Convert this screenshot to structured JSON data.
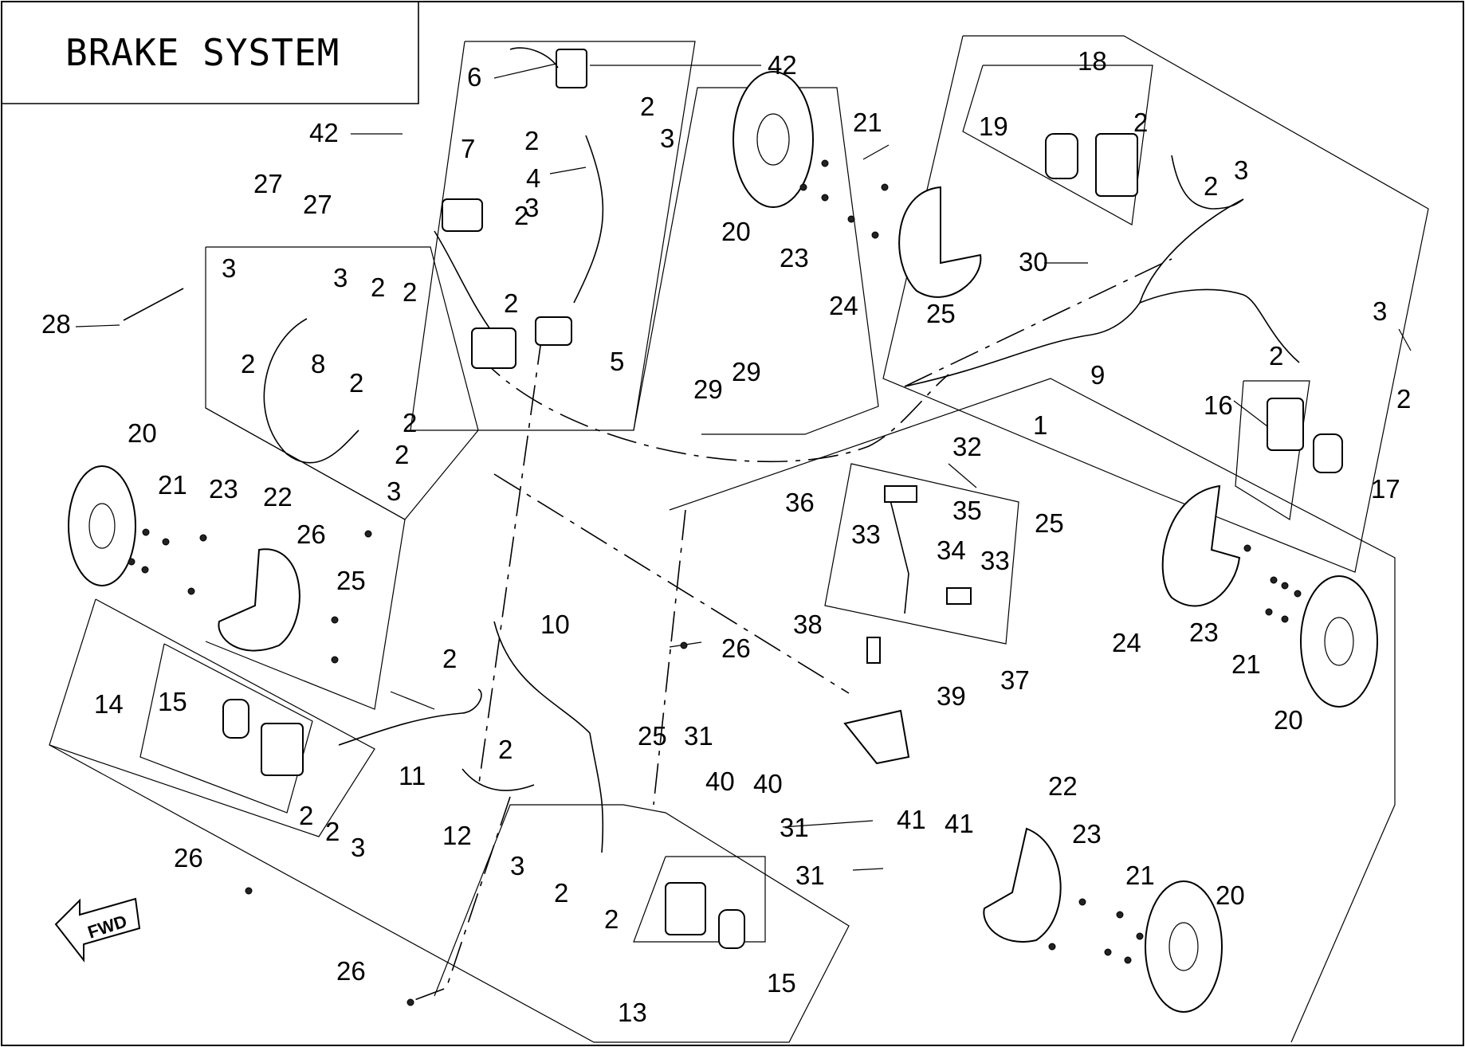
{
  "title": "BRAKE SYSTEM",
  "fwd_label": "FWD",
  "callouts": [
    "42",
    "6",
    "2",
    "2",
    "3",
    "4",
    "3",
    "2",
    "2",
    "5",
    "29",
    "29",
    "42",
    "7",
    "27",
    "27",
    "28",
    "3",
    "3",
    "2",
    "2",
    "2",
    "8",
    "2",
    "2",
    "2",
    "3",
    "21",
    "20",
    "23",
    "24",
    "25",
    "30",
    "18",
    "19",
    "2",
    "2",
    "3",
    "3",
    "2",
    "9",
    "2",
    "16",
    "17",
    "1",
    "32",
    "35",
    "36",
    "33",
    "34",
    "33",
    "37",
    "38",
    "20",
    "21",
    "23",
    "22",
    "26",
    "25",
    "14",
    "15",
    "2",
    "2",
    "3",
    "11",
    "2",
    "10",
    "2",
    "12",
    "26",
    "25",
    "31",
    "40",
    "40",
    "39",
    "41",
    "41",
    "31",
    "31",
    "3",
    "2",
    "2",
    "13",
    "15",
    "26",
    "26",
    "25",
    "24",
    "23",
    "21",
    "20",
    "22",
    "23",
    "21",
    "20"
  ]
}
